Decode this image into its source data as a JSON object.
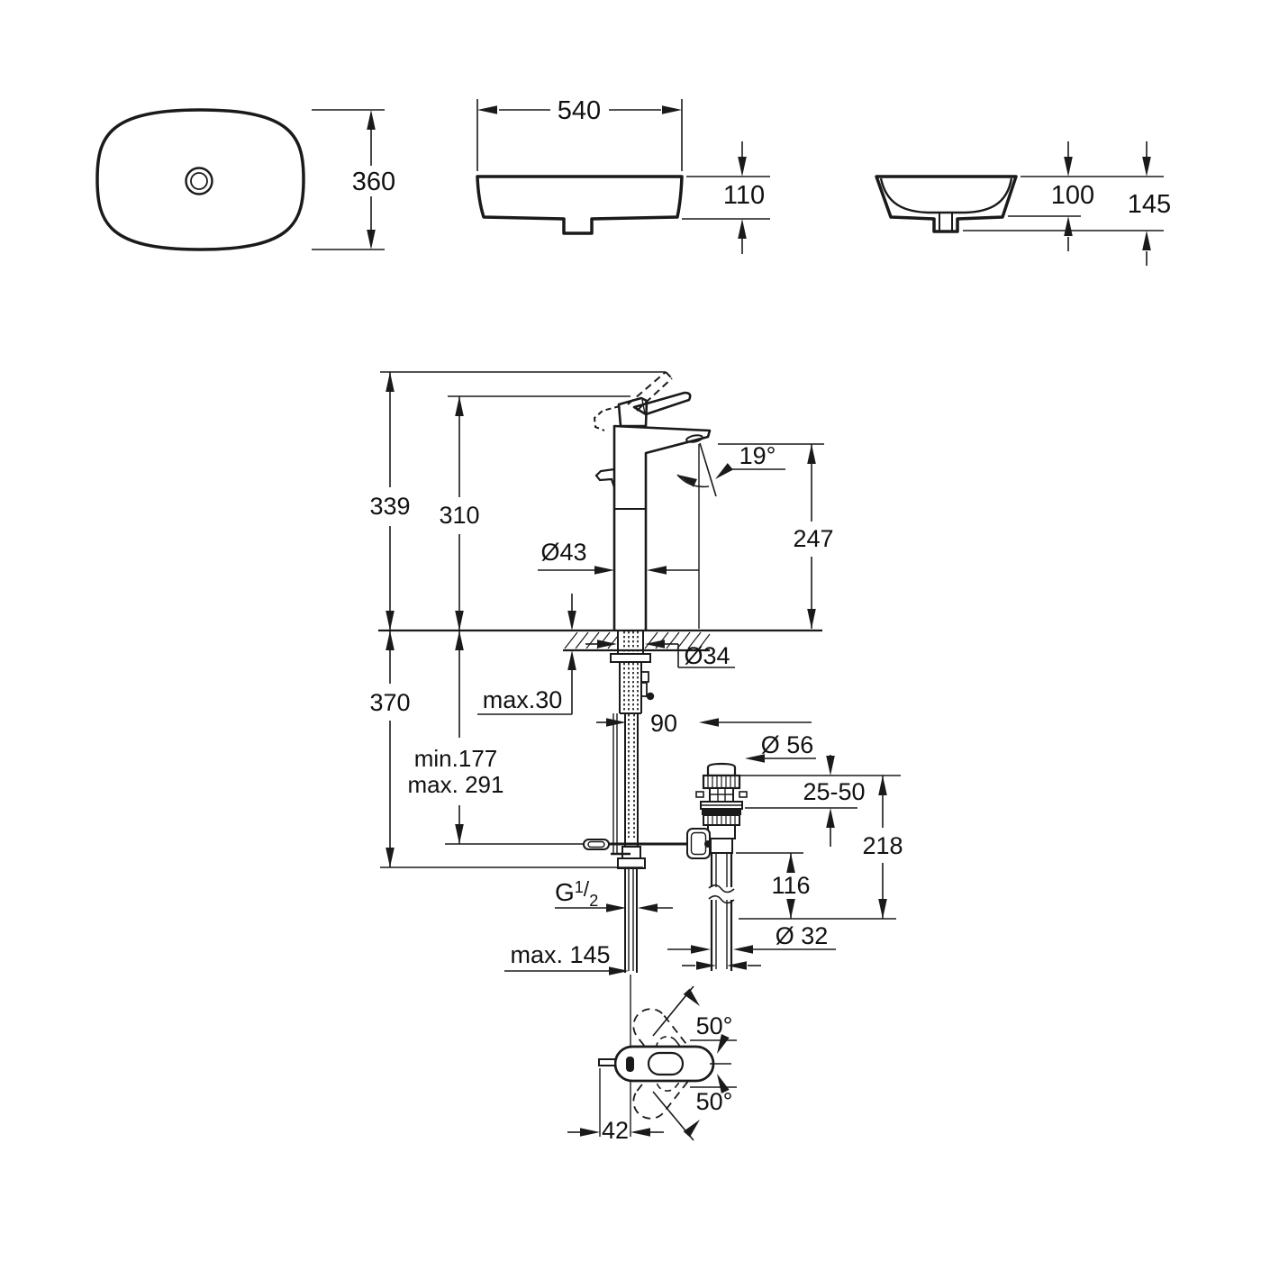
{
  "page": {
    "background": "#ffffff",
    "line_color": "#1a1a1a"
  },
  "plan_view": {
    "depth": "360"
  },
  "front_view": {
    "width": "540",
    "rim_height": "110"
  },
  "side_view": {
    "bowl_depth": "100",
    "total_height": "145"
  },
  "faucet": {
    "total_height": "339",
    "handle_height": "310",
    "spout_outlet_height": "247",
    "spout_angle": "19°",
    "body_diameter": "Ø43",
    "hole_diameter": "Ø34",
    "deck_thickness": "max.30",
    "spout_reach": "90",
    "below_deck_depth": "370",
    "hose_min": "min.177",
    "hose_max": "max. 291",
    "thread_g": "G",
    "thread_one": "1",
    "thread_slash": "/",
    "thread_two": "2",
    "hose_reach": "max. 145"
  },
  "drain": {
    "flange_diameter": "Ø 56",
    "adjustment_range": "25-50",
    "overall_height": "218",
    "tailpipe_length": "116",
    "tailpipe_diameter": "Ø 32"
  },
  "handle_view": {
    "swivel_up": "50°",
    "swivel_down": "50°",
    "lever_offset": "42"
  }
}
